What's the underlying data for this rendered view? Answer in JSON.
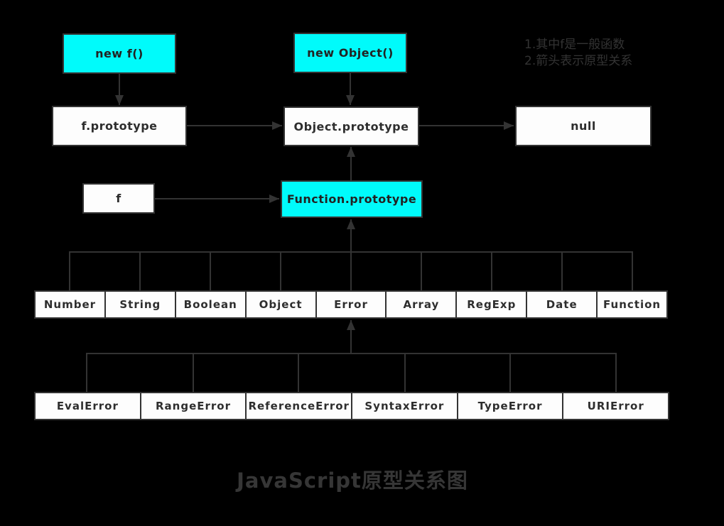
{
  "title": "JavaScript原型关系图",
  "notes": {
    "line1": "1.其中f是一般函数",
    "line2": "2.箭头表示原型关系"
  },
  "nodes": {
    "new_f": "new f()",
    "new_object": "new Object()",
    "f_prototype": "f.prototype",
    "object_prototype": "Object.prototype",
    "null_value": "null",
    "f": "f",
    "function_prototype": "Function.prototype"
  },
  "constructors": [
    "Number",
    "String",
    "Boolean",
    "Object",
    "Error",
    "Array",
    "RegExp",
    "Date",
    "Function"
  ],
  "error_types": [
    "EvalError",
    "RangeError",
    "ReferenceError",
    "SyntaxError",
    "TypeError",
    "URIError"
  ],
  "edges": [
    "new f() → f.prototype",
    "new Object() → Object.prototype",
    "f.prototype → Object.prototype",
    "Object.prototype → null",
    "f → Function.prototype",
    "Function.prototype → Object.prototype",
    "Number/String/Boolean/Object/Error/Array/RegExp/Date/Function → Function.prototype",
    "EvalError/RangeError/ReferenceError/SyntaxError/TypeError/URIError → Error"
  ],
  "colors": {
    "background": "#000000",
    "highlight_fill": "#00fbfb",
    "box_fill": "#fdfdfd",
    "line": "#333333",
    "text": "#333333"
  }
}
